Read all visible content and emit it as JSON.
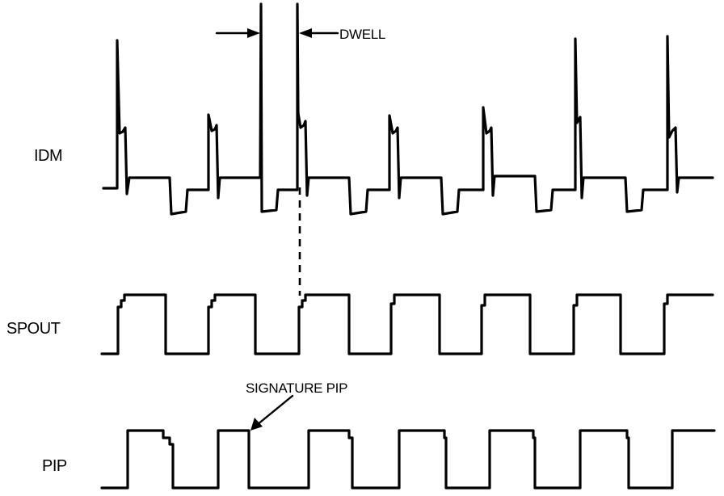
{
  "labels": {
    "idm": "IDM",
    "spout": "SPOUT",
    "pip": "PIP",
    "dwell": "DWELL",
    "signature_pip": "SIGNATURE PIP"
  },
  "colors": {
    "ink": "#000000",
    "background": "#ffffff"
  }
}
